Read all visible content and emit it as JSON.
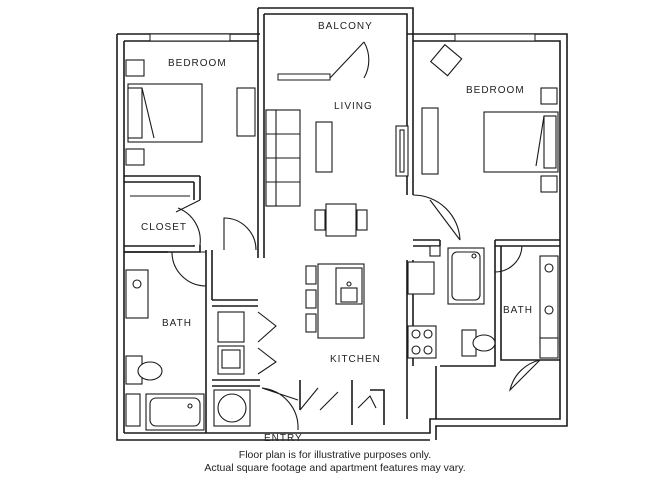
{
  "rooms": {
    "balcony": "BALCONY",
    "living": "LIVING",
    "bedroom_left": "BEDROOM",
    "bedroom_right": "BEDROOM",
    "closet": "CLOSET",
    "bath_left": "BATH",
    "bath_right": "BATH",
    "kitchen": "KITCHEN",
    "entry": "ENTRY"
  },
  "disclaimer": {
    "line1": "Floor plan is for illustrative purposes only.",
    "line2": "Actual square footage and apartment features may vary."
  }
}
